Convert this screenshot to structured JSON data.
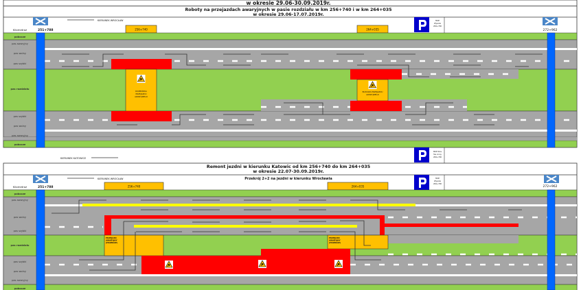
{
  "top": {
    "prev_period": "w okresie 29.06-30.09.2019r.",
    "title_line1": "Roboty na przejazdach awaryjnych w pasie rozdziału w km 256+740 i w km 264+035",
    "title_line2": "w okresie 29.06-17.07.2019r.",
    "direction_wroclaw": "KIERUNEK WROCŁAW",
    "direction_katowice": "KIERUNEK KATOWICE",
    "km_label": "Kilometraż",
    "km_start": "251+788",
    "km_a": "256+740",
    "km_b": "264+035",
    "km_end": "272+962",
    "mop_north": [
      "MOP",
      "Wysoka",
      "264+700"
    ],
    "mop_south": [
      "MOP Kłos",
      "Św. Anny",
      "264+700"
    ],
    "sign_a": [
      "ROZBIÓRKA",
      "PRZEJAZDU",
      "AWARYJNEGO"
    ],
    "sign_b": [
      "BUDOWA PRZEJAZDU",
      "AWARYJNEGO"
    ]
  },
  "bottom": {
    "title_line1": "Remont jezdni w kierunku Katowic od km 256+740 do km 264+035",
    "title_line2": "w okresie 22.07-30.09.2019r.",
    "subtitle": "Przekrój 2+2 na jezdni w kierunku Wrocławia",
    "direction_wroclaw": "KIERUNEK WROCŁAW",
    "km_label": "Kilometraż",
    "km_start": "251+788",
    "km_a": "256+740",
    "km_b": "264+035",
    "km_end": "272+962",
    "mop_north": [
      "MOP",
      "Wysoka",
      "264+700"
    ],
    "crossing_label": [
      "PRZEJAZD",
      "AWARYJNY",
      "(PRZEKOP)"
    ]
  },
  "lanes": [
    "pobocze",
    "pas awaryjny",
    "pas wolny",
    "pas szybki",
    "pas rozdziału",
    "pas szybki",
    "pas wolny",
    "pas awaryjny",
    "pobocze"
  ],
  "parking_symbol": "P",
  "colors": {
    "road": "#a6a6a6",
    "median": "#92d050",
    "closure": "#ff0000",
    "crossing": "#ffc000",
    "bridge": "#0066ff",
    "temporary_marking": "#ffff00"
  }
}
